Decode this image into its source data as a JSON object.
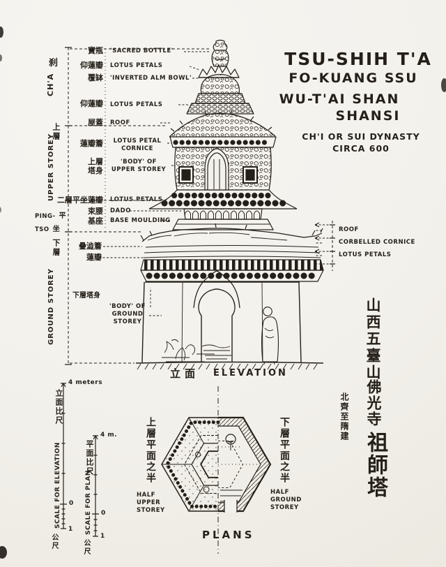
{
  "title_block": {
    "line1": "TSU-SHIH T'A",
    "line2": "FO-KUANG SSU",
    "line3": "WU-T'AI SHAN",
    "line4": "SHANSI",
    "dynasty": "CH'I OR SUI DYNASTY",
    "circa": "CIRCA 600"
  },
  "axis_sections": {
    "cha": {
      "en": "CH'A",
      "zh": "刹"
    },
    "upper": {
      "en": "UPPER STOREY",
      "zh": "上層"
    },
    "pingtso": {
      "en1": "PING-",
      "zh1": "平",
      "en2": "TSO",
      "zh2": "坐"
    },
    "ground": {
      "en": "GROUND STOREY",
      "zh": "下層"
    }
  },
  "feature_labels": [
    {
      "zh": "寶瓶",
      "en": "'SACRED BOTTLE'"
    },
    {
      "zh": "仰蓮瓣",
      "en": "LOTUS PETALS"
    },
    {
      "zh": "覆缽",
      "en": "'INVERTED ALM BOWL'"
    },
    {
      "zh": "仰蓮瓣",
      "en": "LOTUS PETALS"
    },
    {
      "zh": "屋蓋",
      "en": "ROOF"
    },
    {
      "zh": "蓮瓣簷",
      "en": "LOTUS PETAL CORNICE"
    },
    {
      "zh": "上層塔身",
      "en": "'BODY' OF UPPER STOREY"
    },
    {
      "zh": "二層平坐蓮瓣",
      "en": "LOTUS PETALS"
    },
    {
      "zh": "束腰",
      "en": "DADO"
    },
    {
      "zh": "基座",
      "en": "BASE MOULDING"
    },
    {
      "zh": "疊澁簷",
      "en": ""
    },
    {
      "zh": "蓮瓣",
      "en": ""
    },
    {
      "zh": "下層塔身",
      "en": "'BODY' OF GROUND STOREY"
    }
  ],
  "right_labels": [
    "ROOF",
    "CORBELLED CORNICE",
    "LOTUS PETALS"
  ],
  "elevation_caption": {
    "zh": "立面",
    "en": "ELEVATION"
  },
  "calligraphy": {
    "place": "山西五臺山",
    "temple": "佛光寺",
    "pagoda": "祖師塔",
    "note": "北齊至隋建"
  },
  "scales": {
    "elevation": {
      "top": "4 meters",
      "zh": "立面比尺",
      "en": "SCALE FOR ELEVATION",
      "zero": "0",
      "one": "1",
      "unit": "公尺"
    },
    "plan": {
      "top": "4 m.",
      "zh": "平面比尺",
      "en": "SCALE FOR PLAN",
      "zero": "0",
      "one": "1",
      "unit": "公尺"
    }
  },
  "plans": {
    "caption": "PLANS",
    "left": {
      "zh": "上層平面之半",
      "en": "HALF UPPER STOREY"
    },
    "right": {
      "zh": "下層平面之半",
      "en": "HALF GROUND STOREY"
    }
  }
}
